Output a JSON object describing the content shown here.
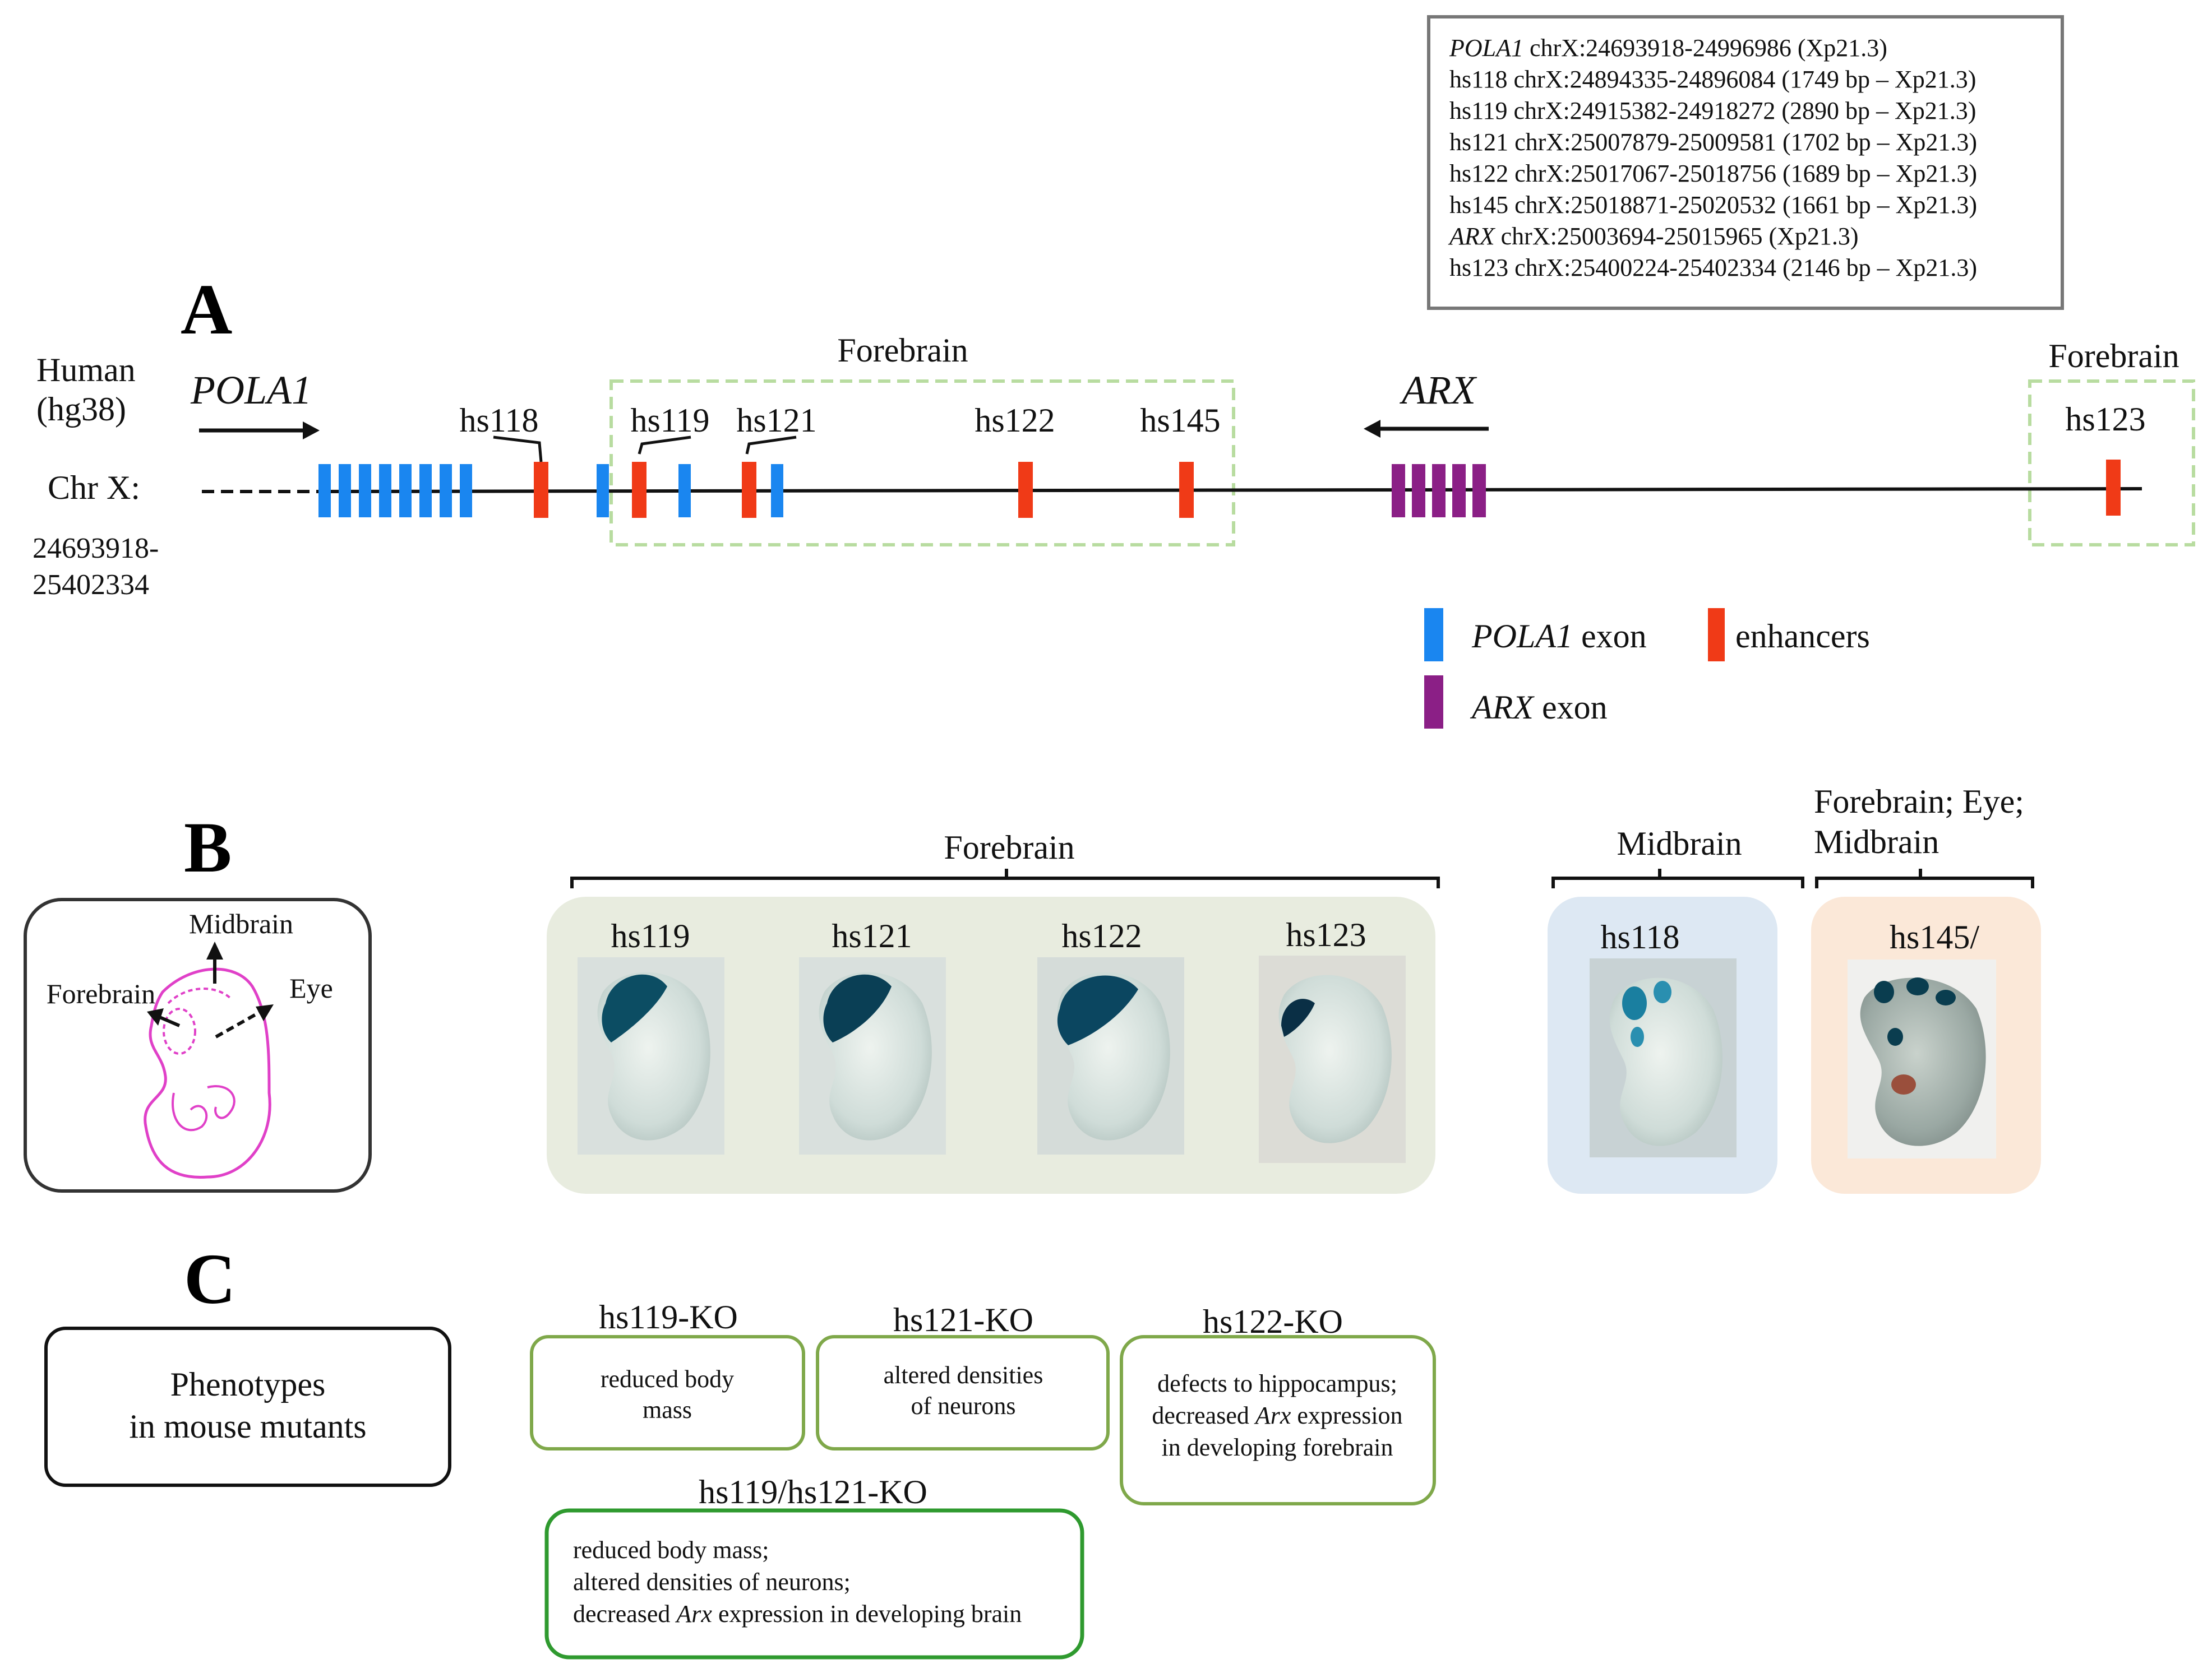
{
  "colors": {
    "pola1_exon": "#1a86f0",
    "enhancer": "#f03a17",
    "arx_exon": "#8b1f86",
    "forebrain_box_border": "#b8dca0",
    "panel_green_bg": "#e8ecdf",
    "panel_blue_bg": "#dde8f3",
    "panel_orange_bg": "#fbe8d8",
    "ko_box_border": "#7fa84a",
    "ko_combined_border": "#2f9a2f",
    "cartoon_line": "#e040c8"
  },
  "info_box": {
    "lines": [
      {
        "name": "POLA1",
        "italic": true,
        "coords": "chrX:24693918-24996986 (Xp21.3)"
      },
      {
        "name": "hs118",
        "italic": false,
        "coords": "chrX:24894335-24896084 (1749 bp – Xp21.3)"
      },
      {
        "name": "hs119",
        "italic": false,
        "coords": "chrX:24915382-24918272 (2890 bp – Xp21.3)"
      },
      {
        "name": "hs121",
        "italic": false,
        "coords": "chrX:25007879-25009581 (1702 bp – Xp21.3)"
      },
      {
        "name": "hs122",
        "italic": false,
        "coords": "chrX:25017067-25018756 (1689 bp – Xp21.3)"
      },
      {
        "name": "hs145",
        "italic": false,
        "coords": "chrX:25018871-25020532 (1661 bp – Xp21.3)"
      },
      {
        "name": "ARX",
        "italic": true,
        "coords": "chrX:25003694-25015965 (Xp21.3)"
      },
      {
        "name": "hs123",
        "italic": false,
        "coords": "chrX:25400224-25402334 (2146 bp – Xp21.3)"
      }
    ]
  },
  "panel_a": {
    "letter": "A",
    "species": "Human",
    "assembly": "(hg38)",
    "chr_label": "Chr X:",
    "coord_start": "24693918-",
    "coord_end": "25402334",
    "pola1_gene": "POLA1",
    "arx_gene": "ARX",
    "forebrain_label_1": "Forebrain",
    "forebrain_label_2": "Forebrain",
    "enhancers": [
      "hs118",
      "hs119",
      "hs121",
      "hs122",
      "hs145",
      "hs123"
    ],
    "legend": {
      "pola1_exon_name": "POLA1",
      "pola1_exon_suffix": " exon",
      "enhancers": "enhancers",
      "arx_exon_name": "ARX",
      "arx_exon_suffix": " exon"
    }
  },
  "panel_b": {
    "letter": "B",
    "cartoon": {
      "midbrain": "Midbrain",
      "forebrain": "Forebrain",
      "eye": "Eye"
    },
    "group_forebrain": "Forebrain",
    "group_midbrain": "Midbrain",
    "group_mixed_line1": "Forebrain; Eye;",
    "group_mixed_line2": "Midbrain",
    "embryos": [
      "hs119",
      "hs121",
      "hs122",
      "hs123",
      "hs118",
      "hs145/"
    ]
  },
  "panel_c": {
    "letter": "C",
    "title_line1": "Phenotypes",
    "title_line2": "in mouse mutants",
    "ko": [
      {
        "title": "hs119-KO",
        "lines": [
          "reduced body",
          "mass"
        ]
      },
      {
        "title": "hs121-KO",
        "lines": [
          "altered densities",
          "of neurons"
        ]
      },
      {
        "title": "hs122-KO",
        "lines": [
          "defects to hippocampus;",
          "decreased ",
          "Arx",
          " expression",
          "in developing forebrain"
        ]
      },
      {
        "title": "hs119/hs121-KO",
        "lines": [
          "reduced body mass;",
          "altered densities of neurons;",
          "decreased ",
          "Arx",
          " expression in developing brain"
        ]
      }
    ]
  }
}
